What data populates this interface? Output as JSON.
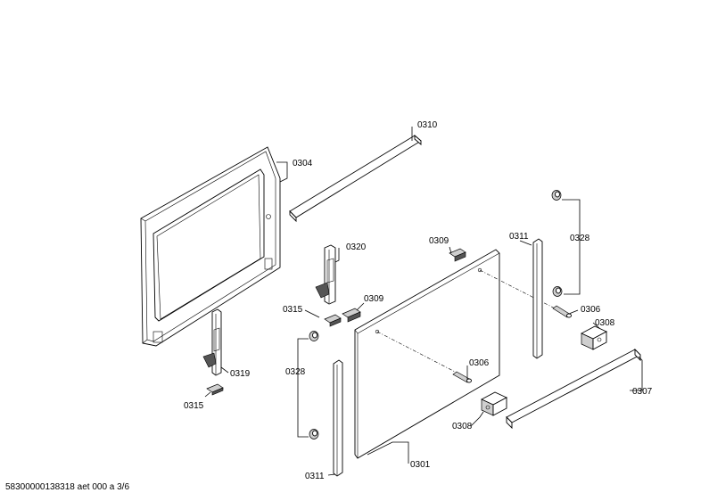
{
  "labels": [
    "0310",
    "0304",
    "0320",
    "0309",
    "0311",
    "0328",
    "0315",
    "0309",
    "0306",
    "0308",
    "0319",
    "0328",
    "0306",
    "0315",
    "0308",
    "0307",
    "0311",
    "0301"
  ],
  "footer": "58300000138318 aet 000 a 3/6"
}
